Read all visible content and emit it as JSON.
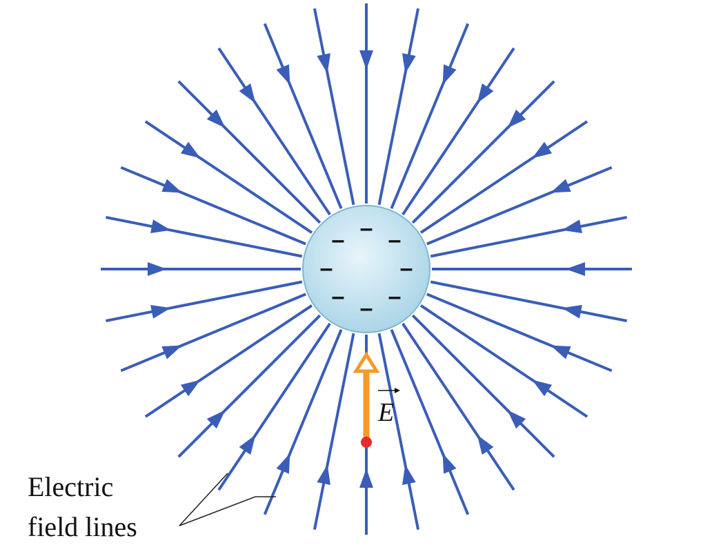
{
  "diagram": {
    "charge_signs": [
      "–",
      "–",
      "–",
      "–",
      "–",
      "–",
      "–",
      "–"
    ],
    "vector_label": "E",
    "caption": {
      "line1": "Electric",
      "line2": "field lines"
    },
    "field_line_count": 32,
    "colors": {
      "field_line": "#3a5db8",
      "sphere_center": "#e8f5fb",
      "sphere_edge": "#a7d3e6",
      "sphere_stroke": "#7fb6cf",
      "vector": "#f39a2d",
      "test_charge": "#e52b2b",
      "pointer_line": "#222222",
      "text": "#111111"
    }
  }
}
